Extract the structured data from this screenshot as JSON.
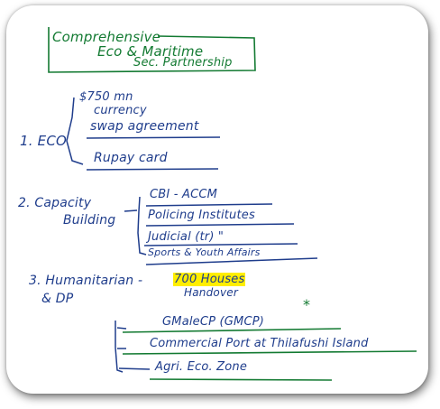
{
  "title_lines": [
    "Comprehensive",
    "Eco & Maritime",
    "Sec. Partnership"
  ],
  "eco": {
    "label": "1. ECO",
    "item1_line1": "$750 mn",
    "item1_line2": "currency",
    "item1_line3": "swap agreement",
    "item2": "Rupay card"
  },
  "capacity": {
    "label_line1": "2. Capacity",
    "label_line2": "Building",
    "items": [
      "CBI - ACCM",
      "Policing Institutes",
      "Judicial (tr)  \"",
      "Sports & Youth Affairs"
    ]
  },
  "humanitarian": {
    "label_line1": "3. Humanitarian -",
    "label_line2": "& DP",
    "houses_pre": "700 Houses",
    "houses_handover": "Handover",
    "items": [
      "GMaleCP (GMCP)",
      "Commercial Port at Thilafushi Island",
      "Agri. Eco. Zone"
    ],
    "star": "*"
  },
  "colors": {
    "ink_blue": "#1f3d8c",
    "ink_green": "#137a32",
    "highlight": "#ffee00"
  }
}
